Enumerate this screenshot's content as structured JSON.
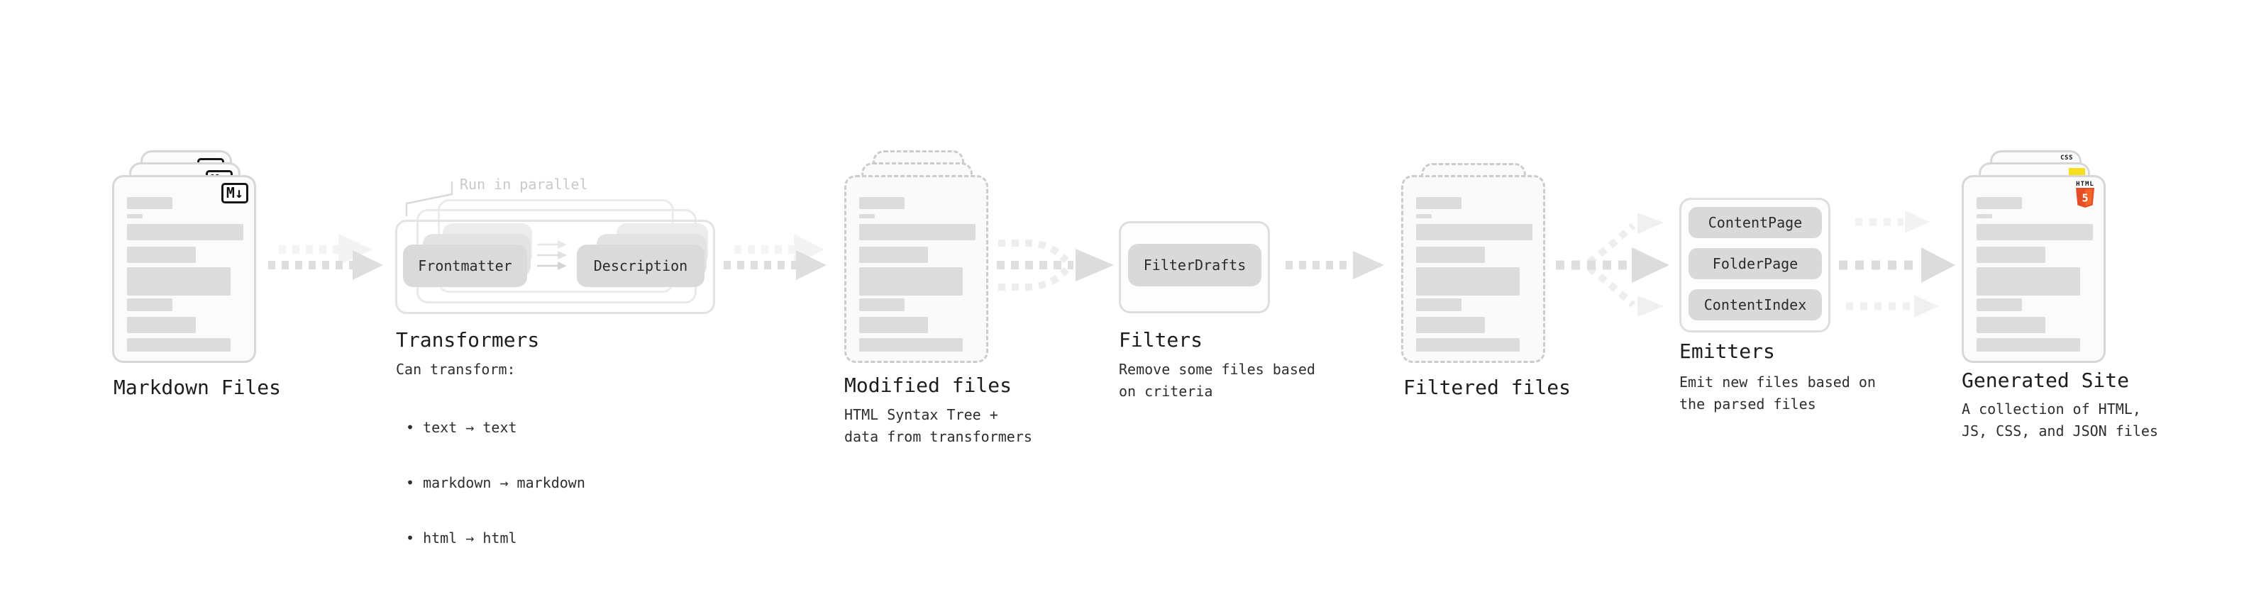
{
  "diagram": {
    "markdown_files": {
      "label": "Markdown Files",
      "badge": "M↓"
    },
    "transformers": {
      "annotation": "Run in parallel",
      "input_box": "Frontmatter",
      "output_box": "Description",
      "heading": "Transformers",
      "subheading": "Can transform:",
      "bullet_char": "•",
      "bullets": [
        "text → text",
        "markdown → markdown",
        "html → html"
      ]
    },
    "modified_files": {
      "label": "Modified files",
      "description_line1": "HTML Syntax Tree +",
      "description_line2": "data from transformers"
    },
    "filters": {
      "pill": "FilterDrafts",
      "heading": "Filters",
      "description_line1": "Remove some files based",
      "description_line2": "on criteria"
    },
    "filtered_files": {
      "label": "Filtered files"
    },
    "emitters": {
      "pills": [
        "ContentPage",
        "FolderPage",
        "ContentIndex"
      ],
      "heading": "Emitters",
      "description_line1": "Emit new files based on",
      "description_line2": "the parsed files"
    },
    "generated_site": {
      "label": "Generated Site",
      "description_line1": "A collection of HTML,",
      "description_line2": "JS, CSS, and JSON files",
      "badges": {
        "css": "CSS",
        "html_word": "HTML",
        "html5_number": "5"
      }
    },
    "colors": {
      "html5_orange": "#e44d26",
      "html5_orange_light": "#f16529",
      "js_yellow": "#f7df1e",
      "css_blue": "#2965f1",
      "bar_gray": "#dcdcdc",
      "arrow_dark": "#dcdcdc",
      "arrow_light": "#f1f1f1",
      "annotation_gray": "#c9c9c9"
    }
  }
}
